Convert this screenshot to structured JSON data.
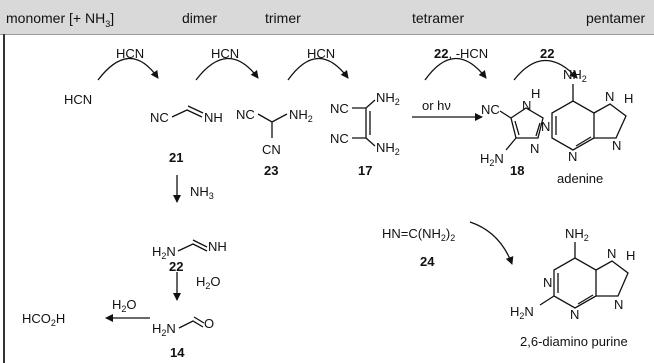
{
  "header": {
    "monomer": "monomer [+ NH",
    "monomer_sub": "3",
    "monomer_end": "]",
    "dimer": "dimer",
    "trimer": "trimer",
    "tetramer": "tetramer",
    "pentamer": "pentamer"
  },
  "reagents": {
    "hcn_1": "HCN",
    "hcn_2": "HCN",
    "hcn_3": "HCN",
    "tetramer_reagent_num": "22",
    "tetramer_reagent_tail": ", -HCN",
    "pentamer_reagent_num": "22",
    "or_hv": "or hν",
    "nh3": "NH",
    "nh3_sub": "3",
    "h2o_1_a": "H",
    "h2o_1_sub": "2",
    "h2o_1_b": "O",
    "h2o_2_a": "H",
    "h2o_2_sub": "2",
    "h2o_2_b": "O",
    "guan_a": "HN=C(NH",
    "guan_sub": "2",
    "guan_b": ")",
    "guan_sub2": "2"
  },
  "molecules": {
    "hcn": "HCN",
    "iminoacetonitrile": {
      "nc": "NC",
      "nh": "NH",
      "num": "21"
    },
    "aminomalononitrile": {
      "nc": "NC",
      "nh2_a": "NH",
      "nh2_sub": "2",
      "cn": "CN",
      "num": "23"
    },
    "dap": {
      "nc1": "NC",
      "nc2": "NC",
      "nh2_a": "NH",
      "nh2_a_sub": "2",
      "nh2_b": "NH",
      "nh2_b_sub": "2",
      "num": "17"
    },
    "formamidine": {
      "h2n_a": "H",
      "h2n_sub": "2",
      "h2n_b": "N",
      "nh": "NH",
      "num": "22"
    },
    "formamide": {
      "h2n_a": "H",
      "h2n_sub": "2",
      "h2n_b": "N",
      "o": "O",
      "num": "14"
    },
    "formic_acid": {
      "a": "HCO",
      "sub": "2",
      "b": "H"
    },
    "aica": {
      "nc": "NC",
      "h": "H",
      "n_top": "N",
      "n_bot": "N",
      "h2n_a": "H",
      "h2n_sub": "2",
      "h2n_b": "N",
      "num": "18"
    },
    "adenine": {
      "nh2_a": "NH",
      "nh2_sub": "2",
      "n1": "N",
      "n3": "N",
      "n7": "N",
      "n9": "N",
      "h": "H",
      "name": "adenine"
    },
    "guanidine_num": "24",
    "diaminopurine": {
      "nh2_a": "NH",
      "nh2_sub": "2",
      "n1": "N",
      "n3": "N",
      "n7": "N",
      "n9": "N",
      "h": "H",
      "h2n_a": "H",
      "h2n_sub": "2",
      "h2n_b": "N",
      "name": "2,6-diamino purine"
    }
  }
}
